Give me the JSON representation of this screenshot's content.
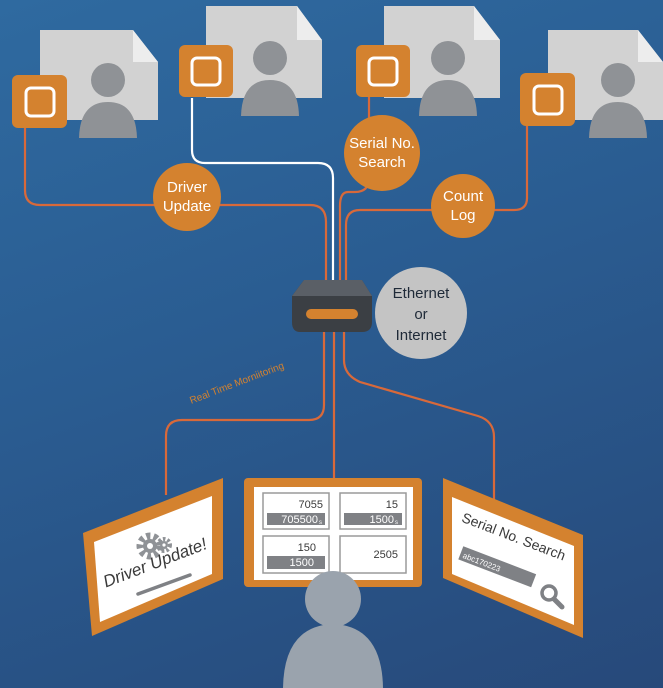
{
  "colors": {
    "accent": "#d4822f",
    "wire": "#d8693a",
    "device": "#cfcfcf",
    "person": "#8f9296",
    "hub_bubble": "#c4c4c4"
  },
  "bubbles": {
    "driver_update": [
      "Driver",
      "Update"
    ],
    "serial_search": [
      "Serial No.",
      "Search"
    ],
    "count_log": [
      "Count",
      "Log"
    ]
  },
  "hub": {
    "lines": [
      "Ethernet",
      "or",
      "Internet"
    ]
  },
  "realtime_label": "Real Time Morniitoring",
  "monitor_left": {
    "title": "Driver Update!"
  },
  "monitor_center": {
    "cells": [
      {
        "top": "7055",
        "bottom": "705500",
        "bottom_suffix": "s"
      },
      {
        "top": "15",
        "bottom": "1500",
        "bottom_suffix": "s"
      },
      {
        "top": "150",
        "bottom": "1500",
        "bottom_suffix": ""
      },
      {
        "top": "2505",
        "bottom": "",
        "bottom_suffix": ""
      }
    ]
  },
  "monitor_right": {
    "title": "Serial No. Search",
    "search_value": "abc170223"
  },
  "icons": [
    "printer-icon",
    "person-icon",
    "gear-icon",
    "magnifier-icon",
    "router-icon"
  ]
}
